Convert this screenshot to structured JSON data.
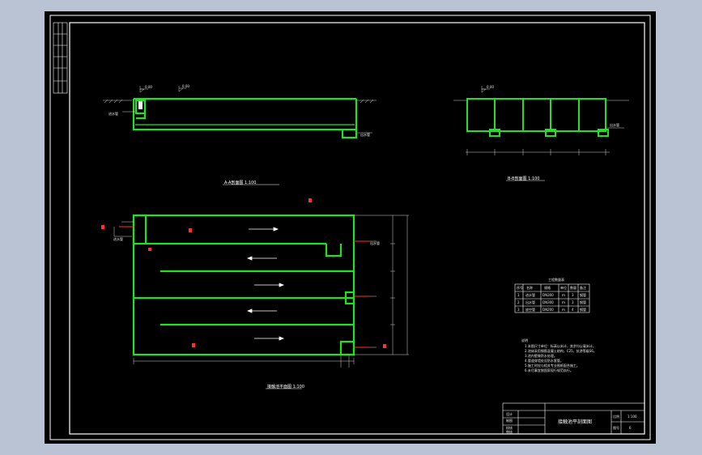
{
  "drawing": {
    "colors": {
      "page_bg": "#b9c3d3",
      "canvas": "#000000",
      "frame": "#ffffff",
      "wall": "#22e022",
      "dimension": "#cfcfcf",
      "marker": "#ff3030",
      "flow_arrow": "#ffffff"
    },
    "section_aa_title": "A-A剖面图 1:100",
    "section_bb_title": "B-B剖面图 1:100",
    "plan_title": "接触池平面图 1:100",
    "elev_tag": "0.00",
    "pipe_tag": "进水管",
    "outlet_tag": "出水管",
    "material_table": {
      "title": "工程数量表",
      "headers": [
        "序号",
        "名称",
        "规格",
        "单位",
        "数量",
        "备注"
      ],
      "rows": [
        [
          "1",
          "进水管",
          "DN300",
          "m",
          "3",
          "钢管"
        ],
        [
          "2",
          "出水管",
          "DN300",
          "m",
          "3",
          "钢管"
        ],
        [
          "3",
          "放空管",
          "DN200",
          "m",
          "4",
          "钢管"
        ]
      ]
    },
    "notes": {
      "heading": "说明",
      "lines": [
        "1.本图尺寸单位：标高以米计，其余均以毫米计。",
        "2.池体采用钢筋混凝土结构，C25，抗渗等级S6。",
        "3.池内壁做防水处理。",
        "4.管道穿墙处设防水套管。",
        "5.施工时应与相关专业图纸配合施工。",
        "6.未尽事宜按国家现行规范执行。"
      ]
    },
    "title_block": {
      "rows": [
        "设计",
        "制图",
        "校核",
        "审核"
      ],
      "drawing_name": "接触池平剖面图",
      "scale_label": "比例",
      "scale_value": "1:100",
      "sheet_label": "图号",
      "sheet_value": "6"
    }
  }
}
